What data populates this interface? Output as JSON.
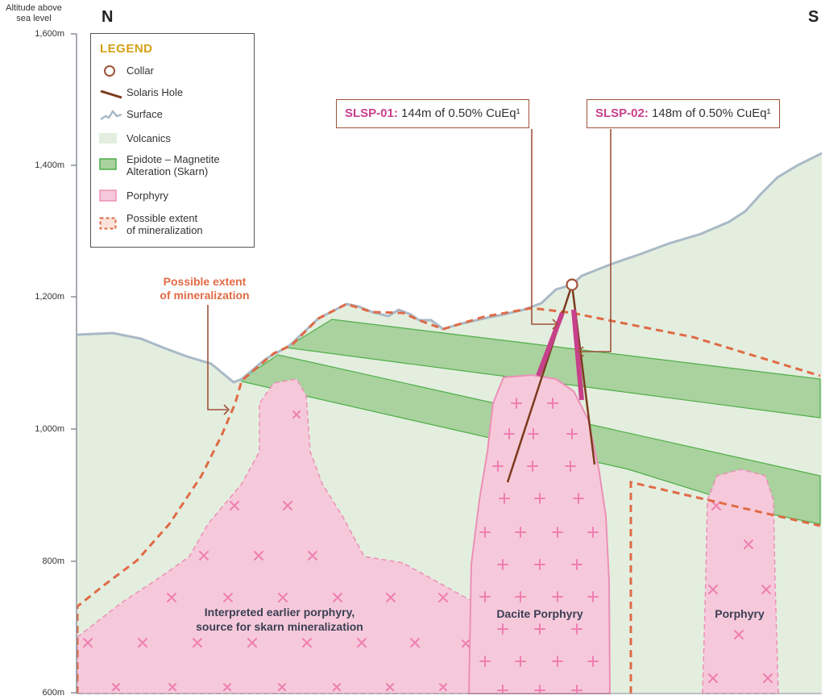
{
  "axis": {
    "title": "Altitude above sea level",
    "ticks": [
      "1,600m",
      "1,400m",
      "1,200m",
      "1,000m",
      "800m",
      "600m"
    ]
  },
  "directions": {
    "north": "N",
    "south": "S"
  },
  "legend": {
    "title": "LEGEND",
    "items": [
      {
        "label": "Collar",
        "icon": "collar-icon"
      },
      {
        "label": "Solaris Hole",
        "icon": "drill-hole-icon"
      },
      {
        "label": "Surface",
        "icon": "surface-line-icon"
      },
      {
        "label": "Volcanics",
        "icon": "volcanics-swatch"
      },
      {
        "label": "Epidote – Magnetite Alteration (Skarn)",
        "line1": "Epidote – Magnetite",
        "line2": "Alteration (Skarn)",
        "icon": "skarn-swatch"
      },
      {
        "label": "Porphyry",
        "icon": "porphyry-swatch"
      },
      {
        "label": "Possible extent of mineralization",
        "line1": "Possible extent",
        "line2": "of mineralization",
        "icon": "extent-swatch"
      }
    ]
  },
  "callouts": [
    {
      "hole": "SLSP-01:",
      "text": " 144m of 0.50% CuEq¹"
    },
    {
      "hole": "SLSP-02:",
      "text": " 148m of 0.50% CuEq¹"
    }
  ],
  "annotations": {
    "extent_line1": "Possible extent",
    "extent_line2": "of mineralization"
  },
  "regions": {
    "earlier_line1": "Interpreted earlier porphyry,",
    "earlier_line2": "source for skarn mineralization",
    "dacite": "Dacite Porphyry",
    "porphyry": "Porphyry"
  },
  "colors": {
    "volcanics": "#e3eedf",
    "skarn": "#a9d29e",
    "skarn_edge": "#4fae48",
    "porphyry": "#f6c9da",
    "porphyry_edge": "#ec8fb6",
    "porphyry_mark": "#ee7fb0",
    "extent": "#e06a45",
    "surface": "#a9b9c6",
    "hole": "#7a3b1d",
    "intercept": "#c8408a",
    "callout_border": "#a0523a",
    "legend_title": "#d4a017"
  }
}
